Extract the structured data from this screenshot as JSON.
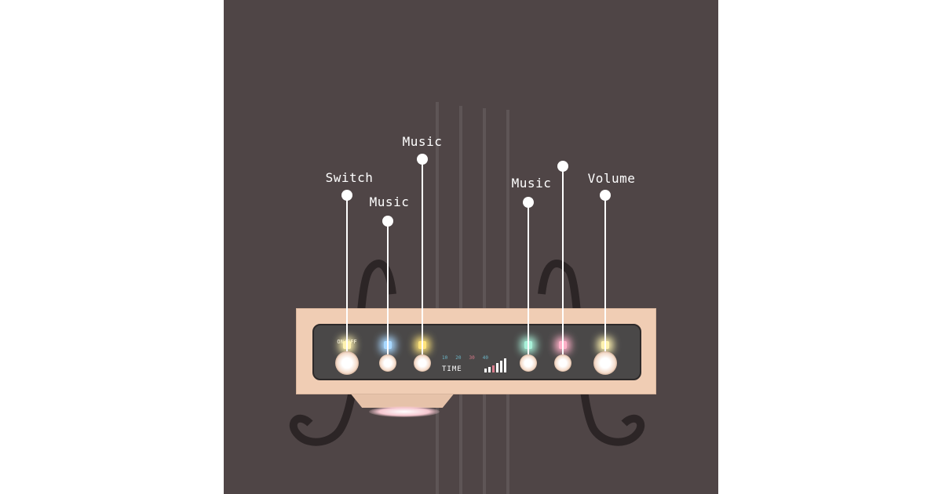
{
  "callouts": [
    {
      "label": "Switch"
    },
    {
      "label": "Music"
    },
    {
      "label": "Music"
    },
    {
      "label": "Music"
    },
    {
      "label": ""
    },
    {
      "label": "Volume"
    }
  ],
  "device": {
    "power_label": "ON/OFF",
    "time_label": "TIME",
    "time_marks": [
      "10",
      "20",
      "30",
      "40"
    ],
    "led_colors": [
      "#fff3b0",
      "#a8d8ff",
      "#ffe47a",
      "#a8f0d8",
      "#ffb0c8",
      "#fff3b0"
    ],
    "body_color": "#f0cdb4",
    "panel_color": "#4a4848"
  }
}
